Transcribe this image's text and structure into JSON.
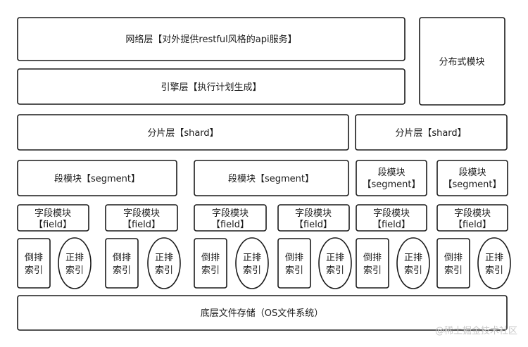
{
  "network_layer": "网络层【对外提供restful风格的api服务】",
  "distributed_module": "分布式模块",
  "engine_layer": "引擎层【执行计划生成】",
  "shard_layer_1": "分片层【shard】",
  "shard_layer_2": "分片层【shard】",
  "segment_wide_label": "段模块【segment】",
  "segment_narrow_label": [
    "段模块",
    "【segment】"
  ],
  "field_label": [
    "字段模块",
    "【field】"
  ],
  "inverted_index": [
    "倒排",
    "索引"
  ],
  "forward_index": [
    "正排",
    "索引"
  ],
  "storage_layer": "底层文件存储（OS文件系统）",
  "watermark": "@稀土掘金技术社区"
}
